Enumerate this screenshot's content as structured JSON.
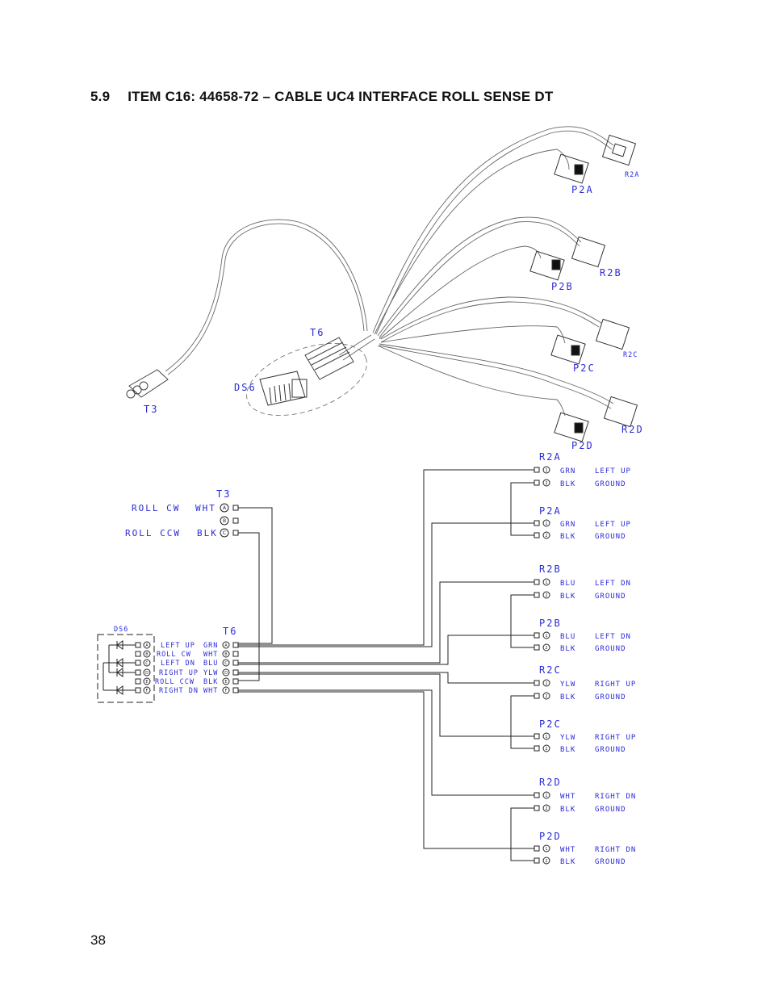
{
  "section": {
    "number": "5.9",
    "title": "ITEM C16: 44658-72 – CABLE UC4 INTERFACE ROLL SENSE DT"
  },
  "page_number": "38",
  "drawing": {
    "connector_labels": {
      "T3": "T3",
      "T6": "T6",
      "DS6": "DS6",
      "P2A": "P2A",
      "R2A": "R2A",
      "P2B": "P2B",
      "R2B": "R2B",
      "P2C": "P2C",
      "R2C": "R2C",
      "P2D": "P2D",
      "R2D": "R2D"
    }
  },
  "schematic": {
    "t3": {
      "title": "T3",
      "pins": [
        {
          "signal": "ROLL CW",
          "wire": "WHT",
          "pin": "A"
        },
        {
          "signal": "",
          "wire": "",
          "pin": "B"
        },
        {
          "signal": "ROLL CCW",
          "wire": "BLK",
          "pin": "C"
        }
      ]
    },
    "ds6": {
      "title": "DS6",
      "pins": [
        {
          "pin": "A",
          "signal": "LEFT UP"
        },
        {
          "pin": "B",
          "signal": "ROLL CW"
        },
        {
          "pin": "C",
          "signal": "LEFT DN"
        },
        {
          "pin": "D",
          "signal": "RIGHT UP"
        },
        {
          "pin": "E",
          "signal": "ROLL CCW"
        },
        {
          "pin": "F",
          "signal": "RIGHT DN"
        }
      ]
    },
    "t6": {
      "title": "T6",
      "pins": [
        {
          "wire": "GRN",
          "pin": "A"
        },
        {
          "wire": "WHT",
          "pin": "B"
        },
        {
          "wire": "BLU",
          "pin": "C"
        },
        {
          "wire": "YLW",
          "pin": "D"
        },
        {
          "wire": "BLK",
          "pin": "E"
        },
        {
          "wire": "WHT",
          "pin": "F"
        }
      ]
    },
    "right_connectors": [
      {
        "name": "R2A",
        "pins": [
          {
            "pin": "1",
            "wire": "GRN",
            "signal": "LEFT UP"
          },
          {
            "pin": "2",
            "wire": "BLK",
            "signal": "GROUND"
          }
        ]
      },
      {
        "name": "P2A",
        "pins": [
          {
            "pin": "1",
            "wire": "GRN",
            "signal": "LEFT UP"
          },
          {
            "pin": "2",
            "wire": "BLK",
            "signal": "GROUND"
          }
        ]
      },
      {
        "name": "R2B",
        "pins": [
          {
            "pin": "1",
            "wire": "BLU",
            "signal": "LEFT DN"
          },
          {
            "pin": "2",
            "wire": "BLK",
            "signal": "GROUND"
          }
        ]
      },
      {
        "name": "P2B",
        "pins": [
          {
            "pin": "1",
            "wire": "BLU",
            "signal": "LEFT DN"
          },
          {
            "pin": "2",
            "wire": "BLK",
            "signal": "GROUND"
          }
        ]
      },
      {
        "name": "R2C",
        "pins": [
          {
            "pin": "1",
            "wire": "YLW",
            "signal": "RIGHT UP"
          },
          {
            "pin": "2",
            "wire": "BLK",
            "signal": "GROUND"
          }
        ]
      },
      {
        "name": "P2C",
        "pins": [
          {
            "pin": "1",
            "wire": "YLW",
            "signal": "RIGHT UP"
          },
          {
            "pin": "2",
            "wire": "BLK",
            "signal": "GROUND"
          }
        ]
      },
      {
        "name": "R2D",
        "pins": [
          {
            "pin": "1",
            "wire": "WHT",
            "signal": "RIGHT DN"
          },
          {
            "pin": "2",
            "wire": "BLK",
            "signal": "GROUND"
          }
        ]
      },
      {
        "name": "P2D",
        "pins": [
          {
            "pin": "1",
            "wire": "WHT",
            "signal": "RIGHT DN"
          },
          {
            "pin": "2",
            "wire": "BLK",
            "signal": "GROUND"
          }
        ]
      }
    ]
  }
}
